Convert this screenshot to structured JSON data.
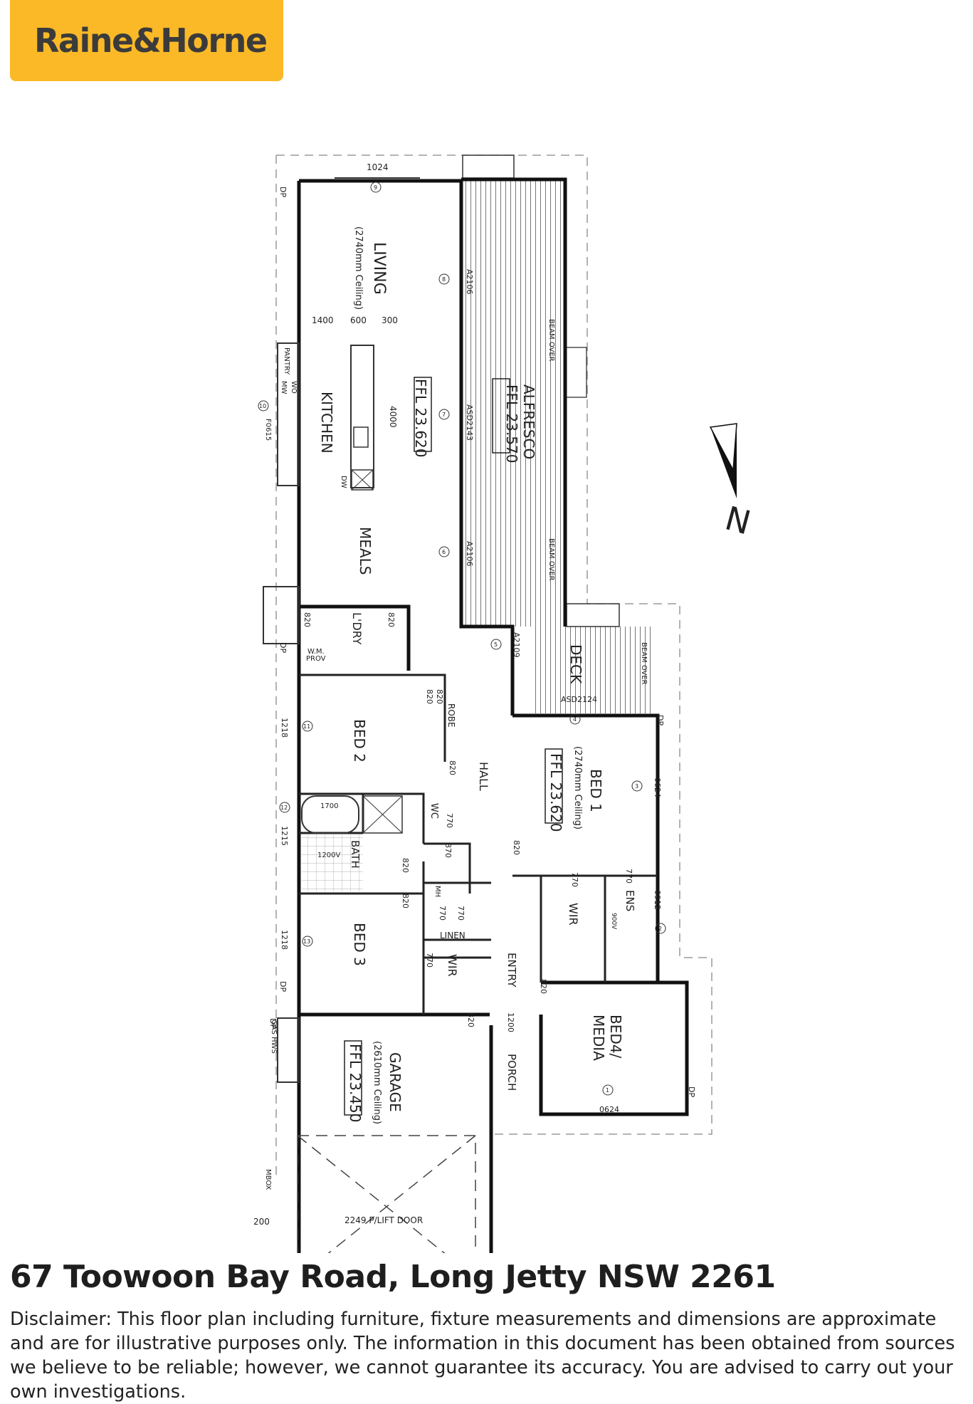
{
  "brand": {
    "name": "Raine&Horne",
    "color": "#fbb927"
  },
  "rooms": [
    {
      "id": "living",
      "label": "LIVING",
      "sub": "(2740mm Ceiling)"
    },
    {
      "id": "kitchen",
      "label": "KITCHEN"
    },
    {
      "id": "meals",
      "label": "MEALS"
    },
    {
      "id": "alfresco",
      "label": "ALFRESCO",
      "sub": "FFL 23.570"
    },
    {
      "id": "laundry",
      "label": "L'DRY"
    },
    {
      "id": "bed2",
      "label": "BED 2"
    },
    {
      "id": "robe",
      "label": "ROBE"
    },
    {
      "id": "hall",
      "label": "HALL"
    },
    {
      "id": "bath",
      "label": "BATH"
    },
    {
      "id": "wc",
      "label": "WC"
    },
    {
      "id": "bed3",
      "label": "BED 3"
    },
    {
      "id": "linen",
      "label": "LINEN"
    },
    {
      "id": "wir3",
      "label": "WIR"
    },
    {
      "id": "entry",
      "label": "ENTRY"
    },
    {
      "id": "deck",
      "label": "DECK"
    },
    {
      "id": "bed1",
      "label": "BED 1",
      "sub": "(2740mm Ceiling)",
      "ffl": "FFL 23.620"
    },
    {
      "id": "wir1",
      "label": "WIR"
    },
    {
      "id": "ens",
      "label": "ENS"
    },
    {
      "id": "bed4",
      "label": "BED4/",
      "label2": "MEDIA"
    },
    {
      "id": "porch",
      "label": "PORCH"
    },
    {
      "id": "garage",
      "label": "GARAGE",
      "sub": "(2610mm Ceiling)",
      "ffl": "FFL 23.450"
    }
  ],
  "ffl_main": "FFL 23.620",
  "annotations": {
    "top_window": "1024",
    "dim_1400": "1400",
    "dim_600": "600",
    "dim_300": "300",
    "dim_4000": "4000",
    "pantry": "PANTRY",
    "wo": "WO",
    "mw": "MW",
    "f0615": "F0615",
    "dw": "DW",
    "a2106_top": "A2106",
    "asd2143": "ASD2143",
    "a2106_bot": "A2106",
    "beam_over_1": "BEAM OVER",
    "beam_over_2": "BEAM OVER",
    "beam_over_3": "BEAM OVER",
    "a2109": "A2109",
    "asd2124": "ASD2124",
    "wm_prov_1": "W.M.",
    "wm_prov_2": "PROV",
    "dp1": "DP",
    "dp2": "DP",
    "dp3": "DP",
    "dp4": "DP",
    "dp5": "DP",
    "dp6": "DP",
    "d1218_a": "1218",
    "d1215": "1215",
    "d1218_b": "1218",
    "d1700": "1700",
    "d1200v": "1200V",
    "d900v": "900V",
    "d820_a": "820",
    "d820_b": "820",
    "d820_c": "820",
    "d820_d": "820",
    "d820_e": "820",
    "d820_f": "820",
    "d820_g": "820",
    "d820_h": "820",
    "d820_i": "820",
    "d820_j": "820",
    "d770_a": "770",
    "d770_b": "770",
    "d770_c": "770",
    "d770_d": "770",
    "d770_e": "770",
    "d770_f": "770",
    "d870": "870",
    "d1200": "1200",
    "d0624_a": "0624",
    "d0912": "0912",
    "d0624_b": "0624",
    "mh": "MH",
    "gas_hws": "GAS HWS",
    "mbox": "MBOX",
    "d200": "200",
    "lift_door": "2249 P/LIFT DOOR",
    "north": "N",
    "c1": "1",
    "c2": "2",
    "c3": "3",
    "c4": "4",
    "c5": "5",
    "c6": "6",
    "c7": "7",
    "c8": "8",
    "c9": "9",
    "c10": "10",
    "c11": "11",
    "c12": "12",
    "c13": "13"
  },
  "address": "67 Toowoon Bay Road, Long Jetty NSW 2261",
  "disclaimer": "Disclaimer: This floor plan including furniture, fixture measurements and dimensions are approximate and are for illustrative purposes only. The information in this document has been obtained from sources we believe to be reliable; however, we cannot guarantee its accuracy. You are advised to carry out your own investigations."
}
